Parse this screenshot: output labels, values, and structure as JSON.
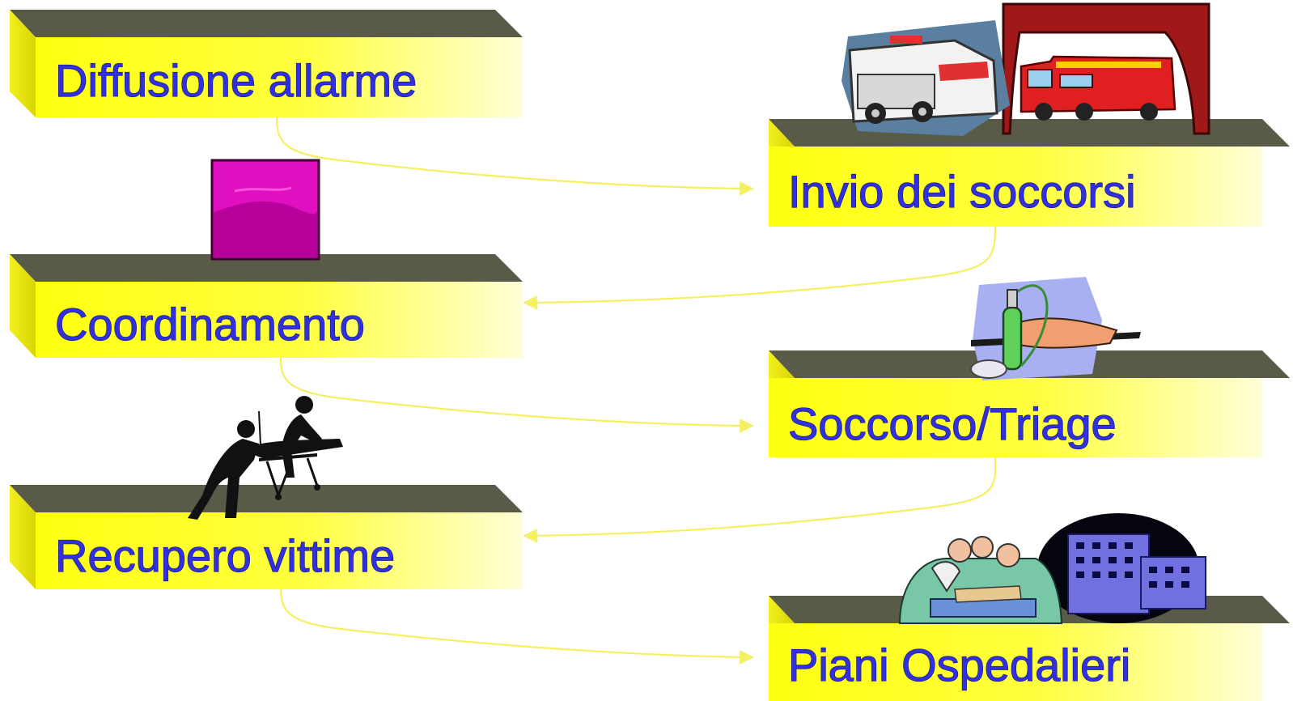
{
  "colors": {
    "face": "#ffff22",
    "face_light": "#ffffcc",
    "top": "#5a5a48",
    "connector": "#f4f060",
    "text": "#3030e0"
  },
  "steps": [
    {
      "label": "Diffusione allarme",
      "icon": "none"
    },
    {
      "label": "Invio dei soccorsi",
      "icon": "ambulance-firetruck-icon"
    },
    {
      "label": "Coordinamento",
      "icon": "magenta-box-icon"
    },
    {
      "label": "Soccorso/Triage",
      "icon": "oxygen-stretcher-icon"
    },
    {
      "label": "Recupero vittime",
      "icon": "stretcher-bearers-icon"
    },
    {
      "label": "Piani Ospedalieri",
      "icon": "surgery-hospital-icon"
    }
  ]
}
